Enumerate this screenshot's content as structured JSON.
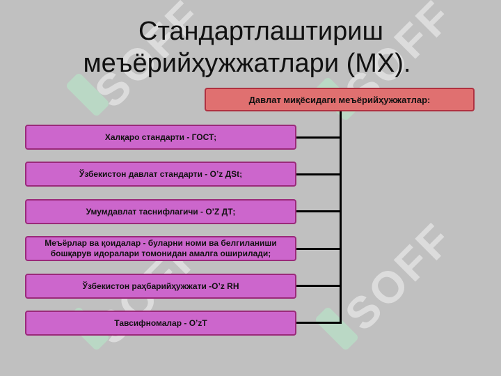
{
  "title": {
    "line1": "Стандартлаштириш",
    "line2": "меъёрийҳужжатлари (МХ)."
  },
  "header": "Давлат миқёсидаги меъёрийҳужжатлар:",
  "items": [
    "Халқаро стандарти  -   ГОСТ;",
    "Ўзбекистон давлат стандарти  -   O’z ДSt;",
    "Умумдавлат таснифлагичи - O’Z ДТ;",
    "Меъёрлар ва қоидалар - буларни номи ва белгиланиши бошқарув идоралари томонидан амалга оширилади;",
    "Ўзбекистон раҳбарийҳужжати -O’z RH",
    "Тавсифномалар - O’zT"
  ],
  "watermark": "SOFF",
  "colors": {
    "background": "#c0c0c0",
    "header_fill": "#e07070",
    "item_fill": "#cc66cc",
    "connector": "#000000"
  }
}
